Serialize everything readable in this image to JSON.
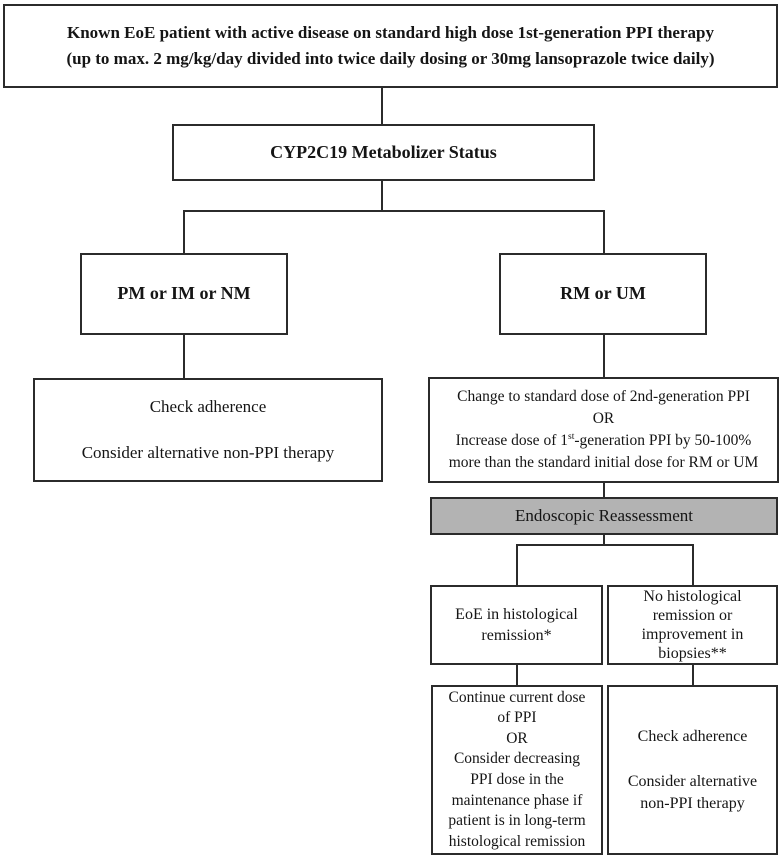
{
  "flowchart": {
    "colors": {
      "background": "#ffffff",
      "line": "#2b2b2b",
      "box_border": "#2b2b2b",
      "gray_box_fill": "#b3b3b3",
      "text": "#151515"
    },
    "nodes": {
      "start": {
        "line1": "Known EoE patient with active disease on standard high dose 1st-generation PPI therapy",
        "line2": "(up to max. 2 mg/kg/day divided into twice daily dosing or 30mg lansoprazole twice daily)"
      },
      "cyp": {
        "label": "CYP2C19 Metabolizer Status"
      },
      "pm": {
        "label": "PM or IM or NM"
      },
      "rm": {
        "label": "RM or UM"
      },
      "adherence_left": {
        "line1": "Check adherence",
        "line2": "Consider alternative non-PPI therapy"
      },
      "change_dose": {
        "line1": "Change to standard dose of 2nd-generation PPI",
        "line2": "OR",
        "line3_pre": "Increase dose of 1",
        "line3_sup": "st",
        "line3_post": "-generation PPI by 50-100%",
        "line4": "more than the standard initial dose for RM or UM"
      },
      "endoscopic": {
        "label": "Endoscopic Reassessment"
      },
      "remission": {
        "line1": "EoE in histological",
        "line2": "remission*"
      },
      "no_remission": {
        "line1": "No histological",
        "line2": "remission or",
        "line3": "improvement in",
        "line4": "biopsies**"
      },
      "continue_dose": {
        "line1": "Continue current dose",
        "line2": "of PPI",
        "line3": "OR",
        "line4": "Consider decreasing",
        "line5": "PPI dose in the",
        "line6": "maintenance phase if",
        "line7": "patient is in long-term",
        "line8": "histological remission"
      },
      "adherence_right": {
        "line1": "Check adherence",
        "line2": "Consider alternative",
        "line3": "non-PPI therapy"
      }
    }
  }
}
